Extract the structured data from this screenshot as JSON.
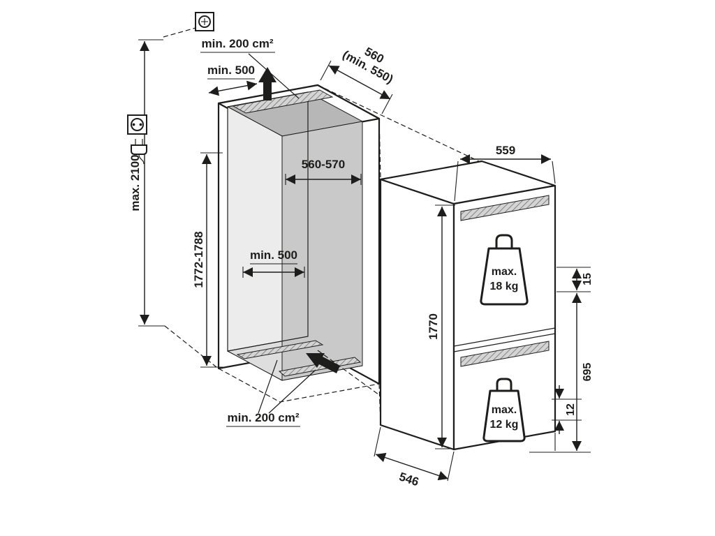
{
  "diagram": {
    "niche": {
      "max_install_height_label": "max. 2100",
      "vent_top_label": "min. 200 cm²",
      "top_depth_label": "min. 500",
      "niche_depth_label_line1": "560",
      "niche_depth_label_line2": "(min. 550)",
      "interior_width_label": "560-570",
      "niche_height_label": "1772-1788",
      "interior_depth_label": "min. 500",
      "vent_bottom_label": "min. 200 cm²"
    },
    "appliance": {
      "width_label": "559",
      "height_label": "1770",
      "depth_label": "546",
      "top_gap_label": "15",
      "lower_section_label": "695",
      "bottom_gap_label": "12",
      "upper_door_weight_line1": "max.",
      "upper_door_weight_line2": "18 kg",
      "lower_door_weight_line1": "max.",
      "lower_door_weight_line2": "12 kg"
    },
    "icons": {
      "junction_box": "junction-box-icon",
      "socket": "power-socket-icon",
      "plug": "power-plug-icon",
      "airflow_top": "airflow-up-arrow-icon",
      "airflow_bottom": "airflow-intake-arrow-icon",
      "weight_upper": "door-weight-icon",
      "weight_lower": "door-weight-icon"
    },
    "colors": {
      "line": "#1d1d1b",
      "interior_back_wall": "#c9c9c9",
      "interior_floor": "#dedede",
      "interior_ceiling": "#b7b7b7",
      "interior_side_wall": "#ececec",
      "hatch_background": "#d4d4d4",
      "background": "#ffffff"
    }
  }
}
